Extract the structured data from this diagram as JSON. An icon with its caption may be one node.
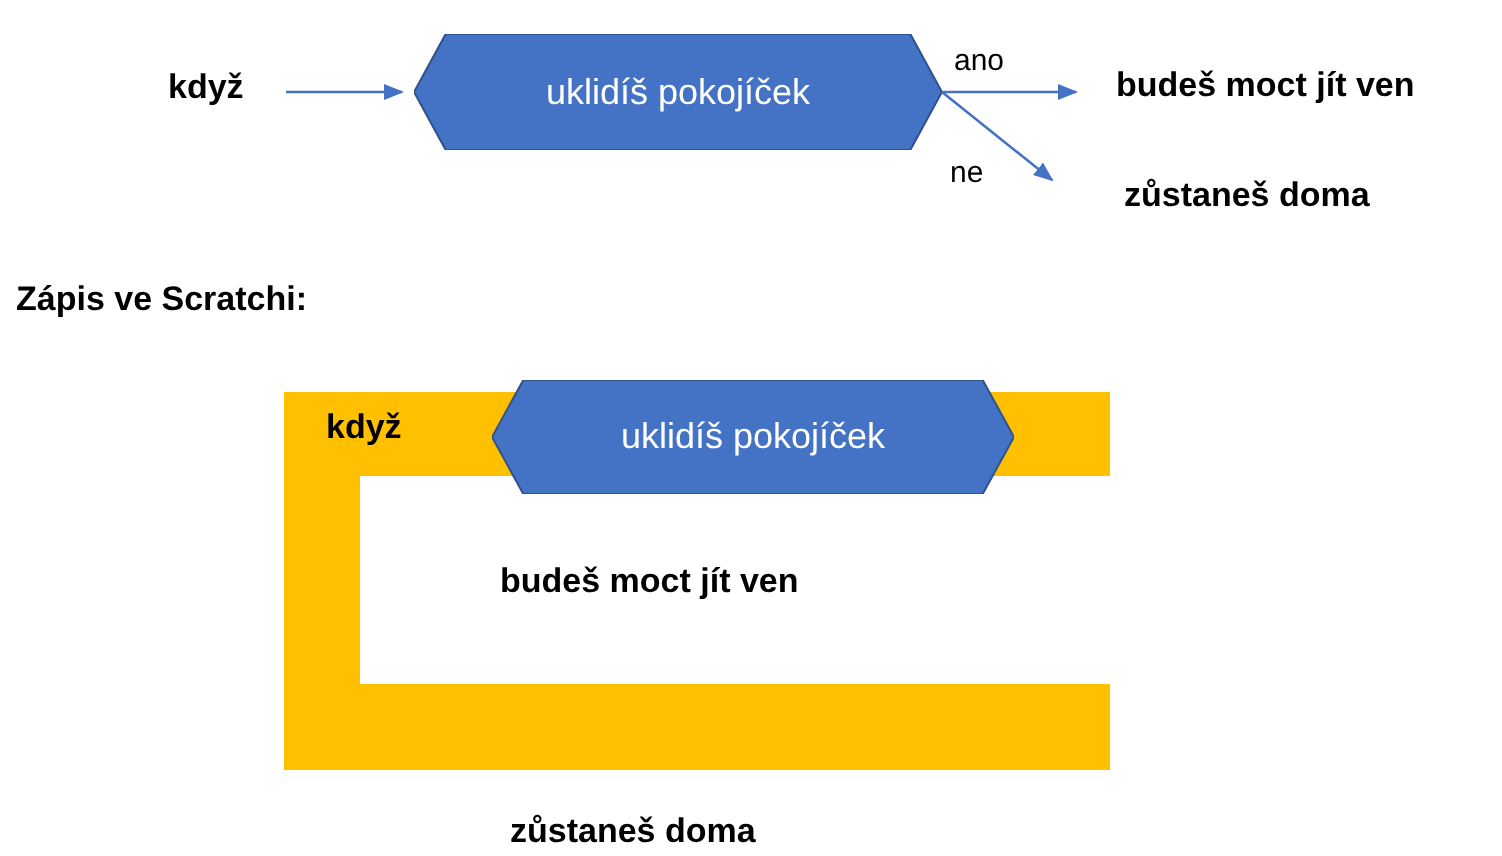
{
  "diagram": {
    "nodes": [
      {
        "text": [
          "když"
        ]
      },
      {
        "text": [
          "uklidíš pokojíček"
        ]
      },
      {
        "text": [
          "budeš moct jít ven"
        ]
      },
      {
        "text": [
          "zůstaneš doma"
        ]
      },
      {
        "text": [
          "když"
        ]
      },
      {
        "text": [
          "uklidíš pokojíček"
        ],
        "in": 4
      }
    ],
    "edges": [
      {
        "from": 0,
        "to": 1,
        "arrow": "to"
      },
      {
        "from": 1,
        "to": 2,
        "arrow": "to",
        "label": "ano"
      },
      {
        "from": 1,
        "to": 3,
        "arrow": "to",
        "label": "ne"
      }
    ],
    "labels": [
      "Zápis ve Scratchi:",
      "budeš moct jít ven",
      "zůstaneš doma"
    ]
  }
}
